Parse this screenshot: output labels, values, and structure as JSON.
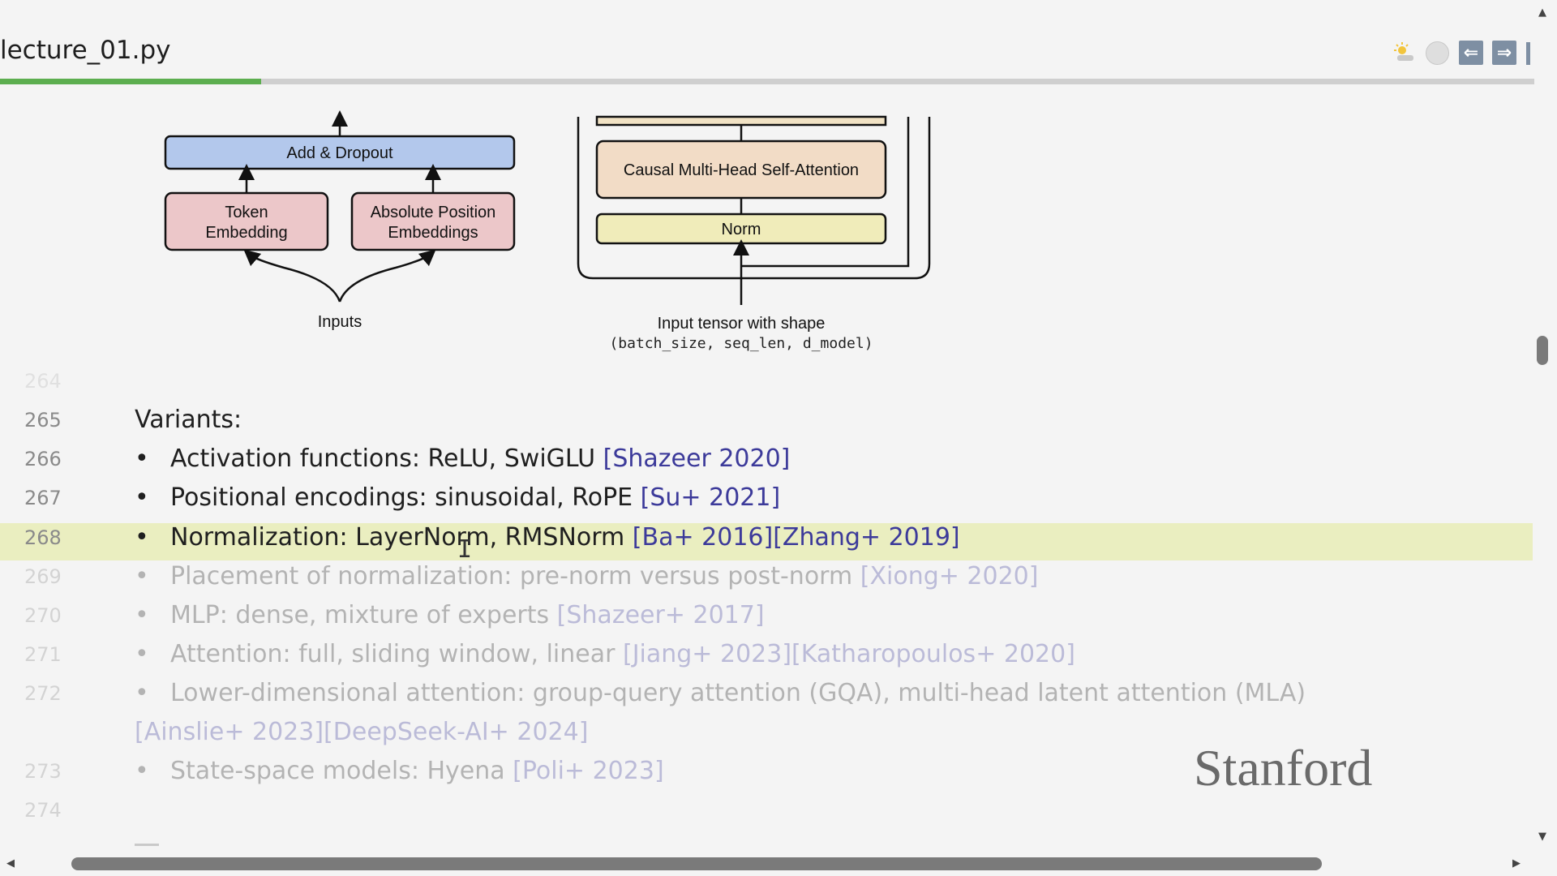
{
  "header": {
    "filename": "lecture_01.py",
    "progress_fraction": 0.17
  },
  "toolbar": {
    "sun_icon": "sun-icon",
    "circle_icon": "circle-icon",
    "back_icon": "arrow-left-icon",
    "forward_icon": "arrow-right-icon"
  },
  "diagram_left": {
    "add_dropout": "Add & Dropout",
    "token_line1": "Token",
    "token_line2": "Embedding",
    "abspos_line1": "Absolute Position",
    "abspos_line2": "Embeddings",
    "inputs": "Inputs"
  },
  "diagram_right": {
    "attention": "Causal Multi-Head Self-Attention",
    "norm": "Norm",
    "caption": "Input tensor with shape",
    "shape": "(batch_size, seq_len, d_model)"
  },
  "lines": {
    "l264": {
      "num": "264"
    },
    "l265": {
      "num": "265",
      "text": "Variants:"
    },
    "l266": {
      "num": "266",
      "text": "Activation functions: ReLU, SwiGLU ",
      "cite": "[Shazeer 2020]"
    },
    "l267": {
      "num": "267",
      "text": "Positional encodings: sinusoidal, RoPE ",
      "cite": "[Su+ 2021]"
    },
    "l268": {
      "num": "268",
      "text": "Normalization: LayerNorm, RMSNorm ",
      "cite": "[Ba+ 2016][Zhang+ 2019]"
    },
    "l269": {
      "num": "269",
      "text": "Placement of normalization: pre-norm versus post-norm ",
      "cite": "[Xiong+ 2020]"
    },
    "l270": {
      "num": "270",
      "text": "MLP: dense, mixture of experts ",
      "cite": "[Shazeer+ 2017]"
    },
    "l271": {
      "num": "271",
      "text": "Attention: full, sliding window, linear ",
      "cite": "[Jiang+ 2023][Katharopoulos+ 2020]"
    },
    "l272": {
      "num": "272",
      "text": "Lower-dimensional attention: group-query attention (GQA), multi-head latent attention (MLA)",
      "cite2": "[Ainslie+ 2023][DeepSeek-AI+ 2024]"
    },
    "l273": {
      "num": "273",
      "text": "State-space models: Hyena ",
      "cite": "[Poli+ 2023]"
    },
    "l274": {
      "num": "274"
    }
  },
  "bullet": "•",
  "watermark": "Stanford"
}
